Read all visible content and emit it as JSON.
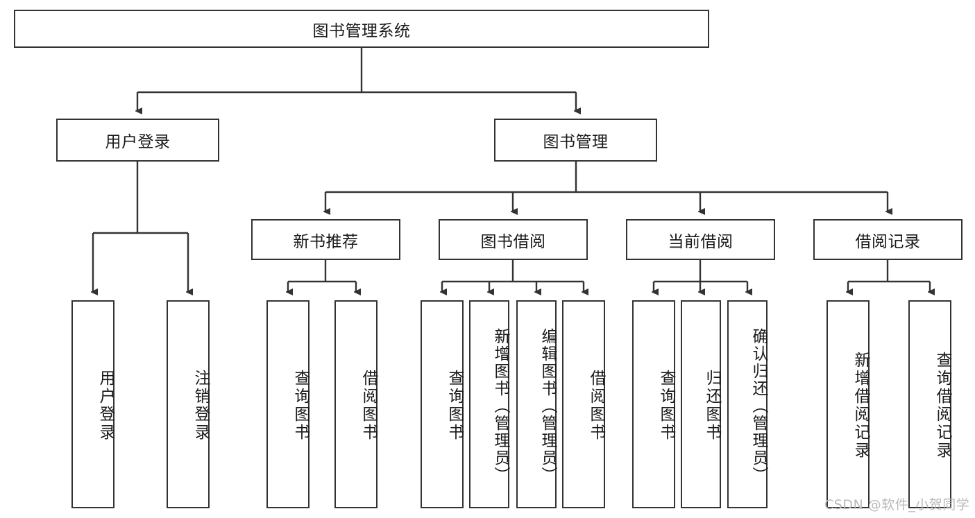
{
  "diagram": {
    "type": "tree-hierarchy",
    "title": "图书管理系统",
    "root": {
      "label": "图书管理系统",
      "orientation": "horizontal"
    },
    "level2": [
      {
        "label": "用户登录",
        "orientation": "horizontal"
      },
      {
        "label": "图书管理",
        "orientation": "horizontal"
      }
    ],
    "level3": [
      {
        "label": "新书推荐",
        "orientation": "horizontal",
        "parent": "图书管理"
      },
      {
        "label": "图书借阅",
        "orientation": "horizontal",
        "parent": "图书管理"
      },
      {
        "label": "当前借阅",
        "orientation": "horizontal",
        "parent": "图书管理"
      },
      {
        "label": "借阅记录",
        "orientation": "horizontal",
        "parent": "图书管理"
      }
    ],
    "leaves": [
      {
        "label": "用户登录",
        "orientation": "vertical",
        "parent": "用户登录"
      },
      {
        "label": "注销登录",
        "orientation": "vertical",
        "parent": "用户登录"
      },
      {
        "label": "查询图书",
        "orientation": "vertical",
        "parent": "新书推荐"
      },
      {
        "label": "借阅图书",
        "orientation": "vertical",
        "parent": "新书推荐"
      },
      {
        "label": "查询图书",
        "orientation": "vertical",
        "parent": "图书借阅"
      },
      {
        "label": "新增图书（管理员）",
        "orientation": "vertical",
        "parent": "图书借阅"
      },
      {
        "label": "编辑图书（管理员）",
        "orientation": "vertical",
        "parent": "图书借阅"
      },
      {
        "label": "借阅图书",
        "orientation": "vertical",
        "parent": "图书借阅"
      },
      {
        "label": "查询图书",
        "orientation": "vertical",
        "parent": "当前借阅"
      },
      {
        "label": "归还图书",
        "orientation": "vertical",
        "parent": "当前借阅"
      },
      {
        "label": "确认归还（管理员）",
        "orientation": "vertical",
        "parent": "当前借阅"
      },
      {
        "label": "新增借阅记录",
        "orientation": "vertical",
        "parent": "借阅记录"
      },
      {
        "label": "查询借阅记录",
        "orientation": "vertical",
        "parent": "借阅记录"
      }
    ]
  },
  "watermark": {
    "text": "CSDN @软件_小贺同学"
  },
  "colors": {
    "stroke": "#333333",
    "background": "#ffffff",
    "text": "#1a1a1a",
    "watermark": "#b9b9b9"
  }
}
